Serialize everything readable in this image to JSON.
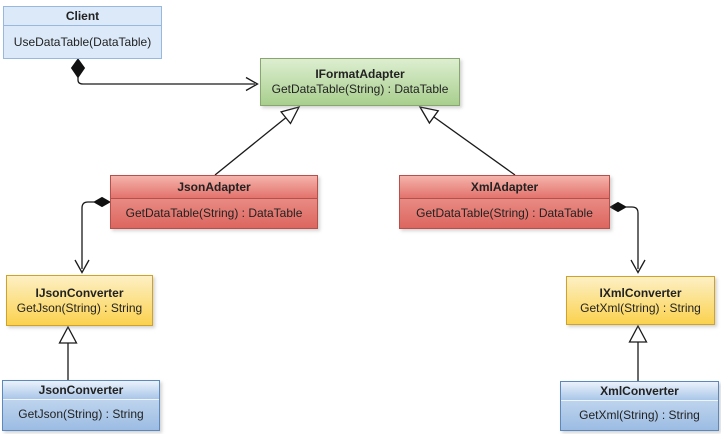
{
  "classes": {
    "client": {
      "name": "Client",
      "method": "UseDataTable(DataTable)"
    },
    "iformatadapter": {
      "name": "IFormatAdapter",
      "method": "GetDataTable(String) : DataTable"
    },
    "jsonadapter": {
      "name": "JsonAdapter",
      "method": "GetDataTable(String) : DataTable"
    },
    "xmladapter": {
      "name": "XmlAdapter",
      "method": "GetDataTable(String) : DataTable"
    },
    "ijsonconverter": {
      "name": "IJsonConverter",
      "method": "GetJson(String) : String"
    },
    "ixmlconverter": {
      "name": "IXmlConverter",
      "method": "GetXml(String) : String"
    },
    "jsonconverter": {
      "name": "JsonConverter",
      "method": "GetJson(String) : String"
    },
    "xmlconverter": {
      "name": "XmlConverter",
      "method": "GetXml(String) : String"
    }
  },
  "relationships": [
    {
      "from": "Client",
      "to": "IFormatAdapter",
      "type": "composition"
    },
    {
      "from": "JsonAdapter",
      "to": "IFormatAdapter",
      "type": "realization"
    },
    {
      "from": "XmlAdapter",
      "to": "IFormatAdapter",
      "type": "realization"
    },
    {
      "from": "JsonAdapter",
      "to": "IJsonConverter",
      "type": "composition"
    },
    {
      "from": "XmlAdapter",
      "to": "IXmlConverter",
      "type": "composition"
    },
    {
      "from": "JsonConverter",
      "to": "IJsonConverter",
      "type": "realization"
    },
    {
      "from": "XmlConverter",
      "to": "IXmlConverter",
      "type": "realization"
    }
  ],
  "colors": {
    "client_fill": "#dbe9f8",
    "client_border": "#98b9dd",
    "format_interface_fill": "#a8cf8e",
    "format_interface_border": "#8aa670",
    "adapter_fill": "#dc665f",
    "adapter_border": "#b5504b",
    "converter_interface_fill": "#fbd24e",
    "converter_interface_border": "#cfa22c",
    "converter_fill": "#9cbce3",
    "converter_border": "#5c88bb",
    "connector": "#1a1a1a",
    "background": "#ffffff"
  }
}
